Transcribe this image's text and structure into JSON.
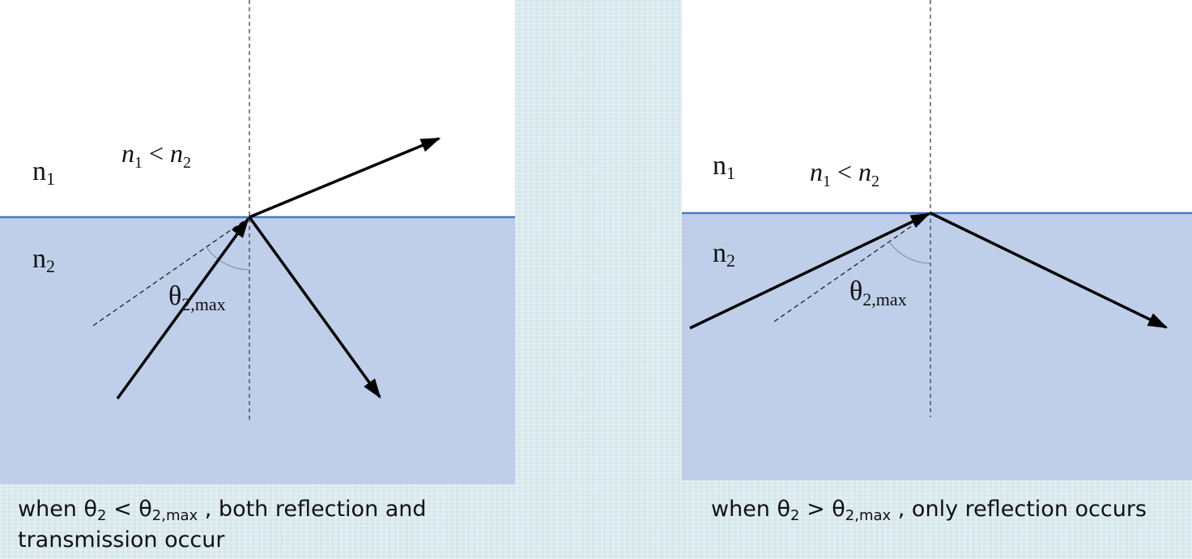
{
  "left_diagram": {
    "medium_top_label": {
      "base": "n",
      "sub": "1"
    },
    "medium_bottom_label": {
      "base": "n",
      "sub": "2"
    },
    "condition": {
      "a": "n",
      "a_sub": "1",
      "op": " < ",
      "b": "n",
      "b_sub": "2"
    },
    "angle_label": {
      "base": "θ",
      "sub": "2,max"
    }
  },
  "right_diagram": {
    "medium_top_label": {
      "base": "n",
      "sub": "1"
    },
    "medium_bottom_label": {
      "base": "n",
      "sub": "2"
    },
    "condition": {
      "a": "n",
      "a_sub": "1",
      "op": " < ",
      "b": "n",
      "b_sub": "2"
    },
    "angle_label": {
      "base": "θ",
      "sub": "2,max"
    }
  },
  "captions": {
    "left": {
      "prefix": "when θ",
      "sub1": "2",
      "middle": " < θ",
      "sub2": "2,max",
      "suffix": " , both reflection and transmission occur"
    },
    "right": {
      "prefix": "when θ",
      "sub1": "2",
      "middle": " > θ",
      "sub2": "2,max",
      "suffix": " , only reflection occurs"
    }
  },
  "colors": {
    "medium_fill": "#bfcfea",
    "interface_line": "#4a78c8",
    "ray": "#000000",
    "arc": "#7a8aa0"
  }
}
